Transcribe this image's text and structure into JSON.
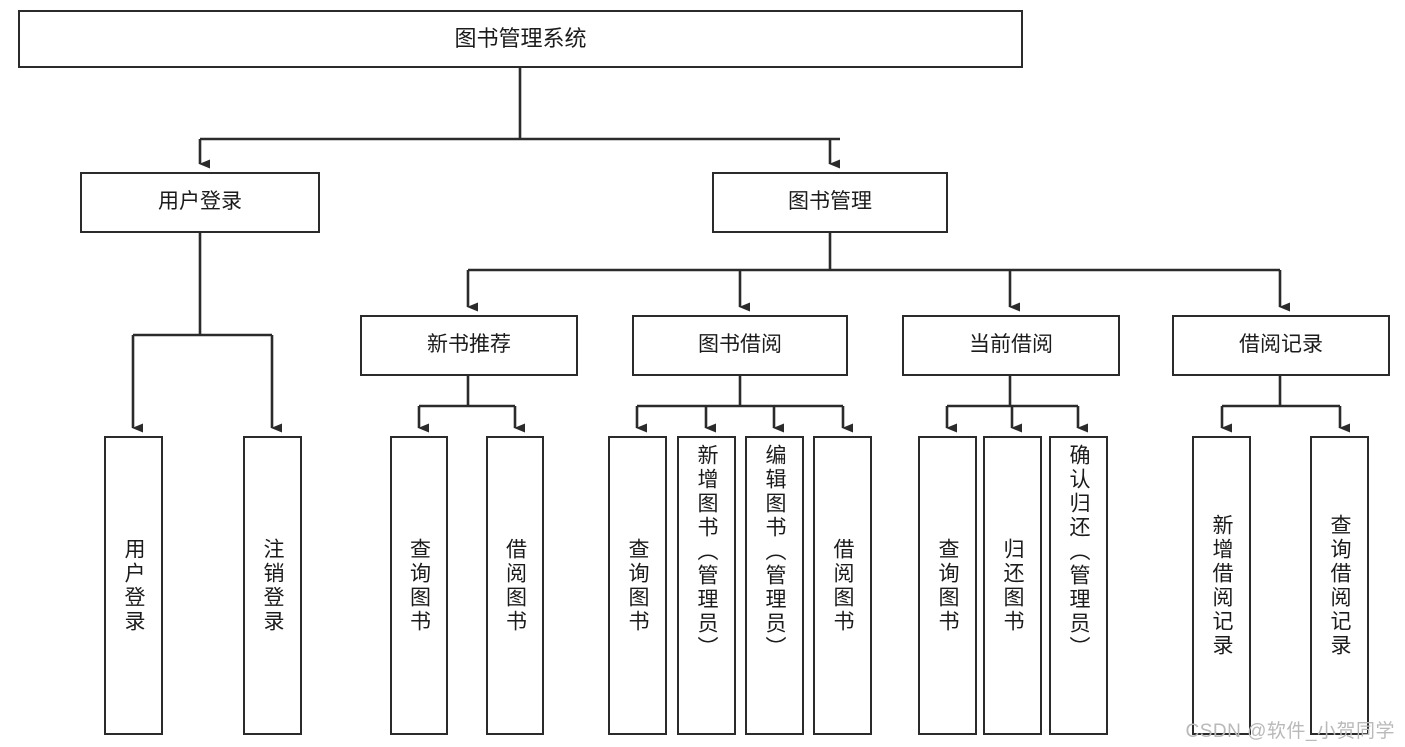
{
  "diagram": {
    "title": "图书管理系统",
    "watermark": "CSDN @软件_小贺同学",
    "colors": {
      "background": "#ffffff",
      "box_border": "#2b2b2b",
      "box_fill": "#ffffff",
      "text": "#1b1b1b",
      "connector": "#2b2b2b",
      "watermark": "#b9b9b9"
    },
    "root": {
      "label": "图书管理系统"
    },
    "level1": [
      {
        "label": "用户登录"
      },
      {
        "label": "图书管理"
      }
    ],
    "level2": [
      {
        "label": "新书推荐"
      },
      {
        "label": "图书借阅"
      },
      {
        "label": "当前借阅"
      },
      {
        "label": "借阅记录"
      }
    ],
    "leaves": {
      "user_login": [
        {
          "label": "用户登录"
        },
        {
          "label": "注销登录"
        }
      ],
      "new_book_recommend": [
        {
          "label": "查询图书"
        },
        {
          "label": "借阅图书"
        }
      ],
      "book_borrow": [
        {
          "label": "查询图书"
        },
        {
          "label": "新增图书（管理员）"
        },
        {
          "label": "编辑图书（管理员）"
        },
        {
          "label": "借阅图书"
        }
      ],
      "current_borrow": [
        {
          "label": "查询图书"
        },
        {
          "label": "归还图书"
        },
        {
          "label": "确认归还（管理员）"
        }
      ],
      "borrow_record": [
        {
          "label": "新增借阅记录"
        },
        {
          "label": "查询借阅记录"
        }
      ]
    }
  }
}
